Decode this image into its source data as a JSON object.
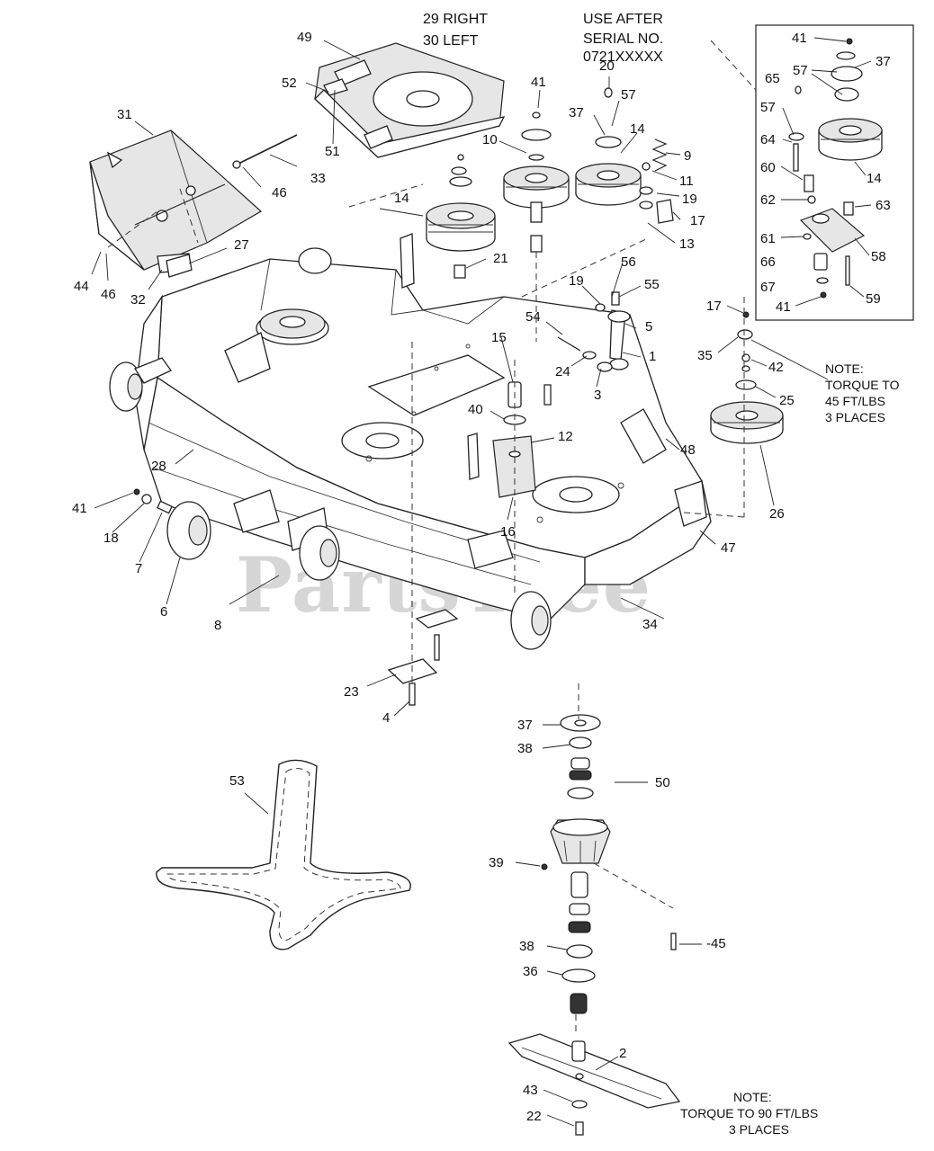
{
  "header": {
    "serial_line1": "USE AFTER",
    "serial_line2": "SERIAL NO.",
    "serial_line3": "0721XXXXX",
    "right_label": "29 RIGHT",
    "left_label": "30 LEFT"
  },
  "notes": {
    "torque45_l1": "NOTE:",
    "torque45_l2": "TORQUE TO",
    "torque45_l3": "45 FT/LBS",
    "torque45_l4": "3 PLACES",
    "torque90_l1": "NOTE:",
    "torque90_l2": "TORQUE TO 90 FT/LBS",
    "torque90_l3": "3 PLACES"
  },
  "watermark": {
    "text": "PartsTree",
    "tm": "™"
  },
  "callouts": {
    "c49": "49",
    "c52": "52",
    "c51": "51",
    "c31": "31",
    "c33": "33",
    "c46a": "46",
    "c44": "44",
    "c46b": "46",
    "c32": "32",
    "c27": "27",
    "c14a": "14",
    "c41a": "41",
    "c10": "10",
    "c37a": "37",
    "c20": "20",
    "c57a": "57",
    "c14b": "14",
    "c9": "9",
    "c11": "11",
    "c19a": "19",
    "c17a": "17",
    "c13": "13",
    "c21": "21",
    "c19b": "19",
    "c56": "56",
    "c55": "55",
    "c54": "54",
    "c5": "5",
    "c1": "1",
    "c24": "24",
    "c3": "3",
    "c15": "15",
    "c40": "40",
    "c12": "12",
    "c16": "16",
    "c48": "48",
    "c47": "47",
    "c28": "28",
    "c41b": "41",
    "c18": "18",
    "c7": "7",
    "c6": "6",
    "c8": "8",
    "c34": "34",
    "c23": "23",
    "c4": "4",
    "c41c": "41",
    "c37b": "37",
    "c65": "65",
    "c57b": "57",
    "c57c": "57",
    "c64": "64",
    "c14c": "14",
    "c60": "60",
    "c62": "62",
    "c63": "63",
    "c61": "61",
    "c58": "58",
    "c66": "66",
    "c67": "67",
    "c59": "59",
    "c41d": "41",
    "c17b": "17",
    "c35": "35",
    "c42": "42",
    "c25": "25",
    "c26": "26",
    "c37c": "37",
    "c38a": "38",
    "c50": "50",
    "c39": "39",
    "c45": "-45",
    "c38b": "38",
    "c36": "36",
    "c2": "2",
    "c43": "43",
    "c22": "22",
    "c53": "53"
  }
}
